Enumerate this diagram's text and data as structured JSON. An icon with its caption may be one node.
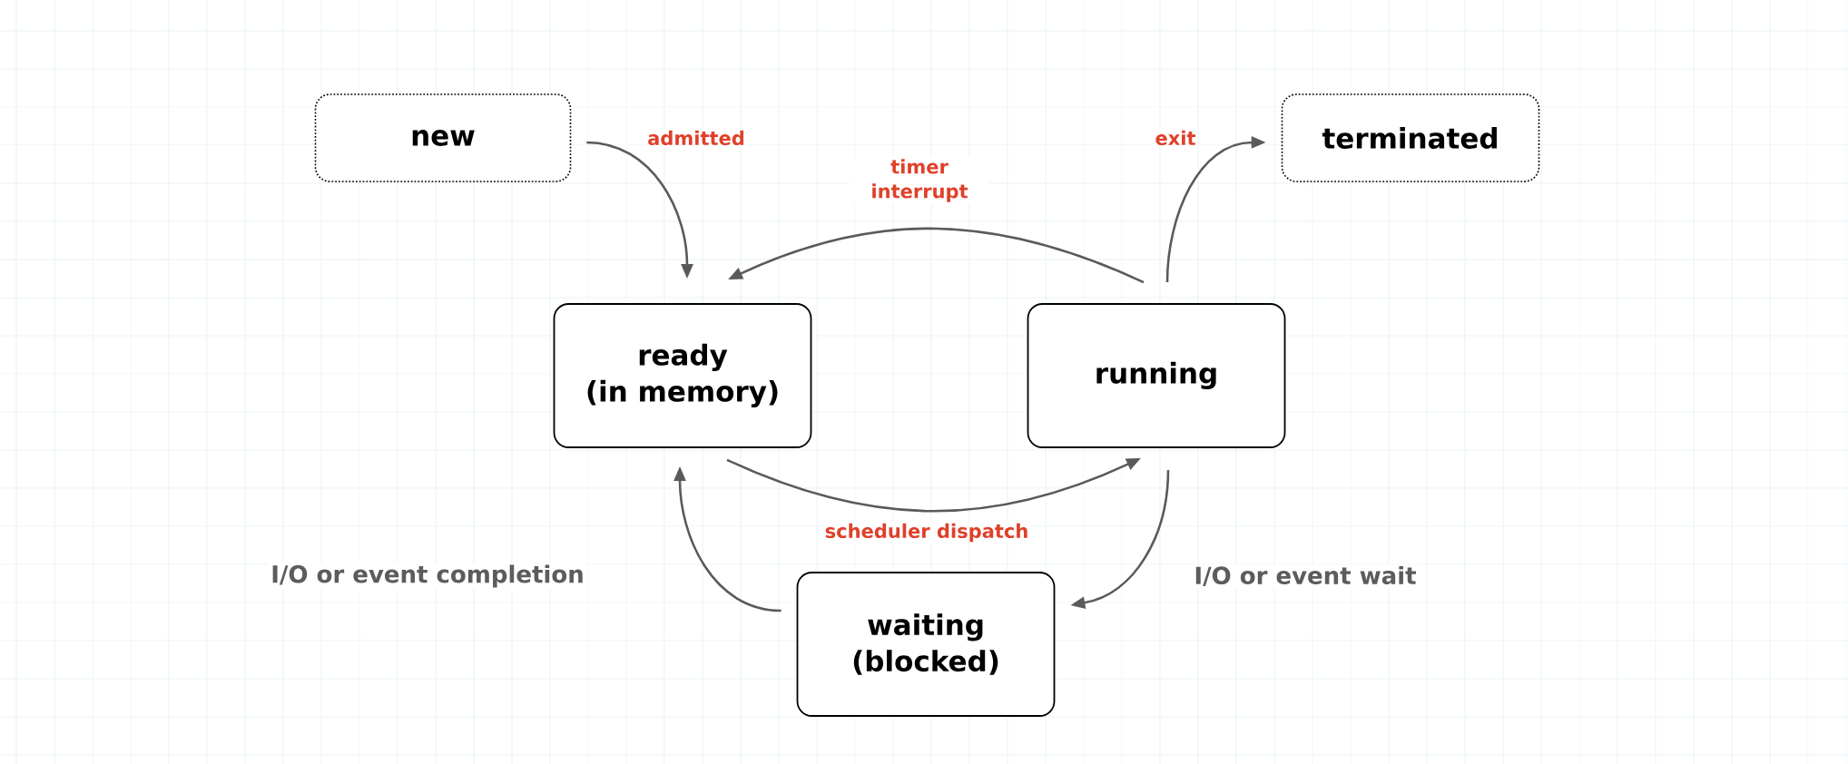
{
  "diagram": {
    "nodes": [
      {
        "text": [
          "new"
        ]
      },
      {
        "text": [
          "ready",
          "(in memory)"
        ]
      },
      {
        "text": [
          "terminated"
        ]
      },
      {
        "text": [
          "running"
        ]
      },
      {
        "text": [
          "waiting",
          "(blocked)"
        ]
      }
    ],
    "edges": [
      {
        "from": 0,
        "to": 1,
        "arrow": "to",
        "label": "admitted"
      },
      {
        "from": 3,
        "to": 1,
        "arrow": "to",
        "label": "timer interrupt"
      },
      {
        "from": 3,
        "to": 2,
        "arrow": "to",
        "label": "exit"
      },
      {
        "from": 1,
        "to": 3,
        "arrow": "to",
        "label": "scheduler dispatch"
      },
      {
        "from": 3,
        "to": 4,
        "arrow": "to",
        "label": "I/O or event wait"
      },
      {
        "from": 4,
        "to": 1,
        "arrow": "to",
        "label": "I/O or event completion"
      }
    ]
  }
}
